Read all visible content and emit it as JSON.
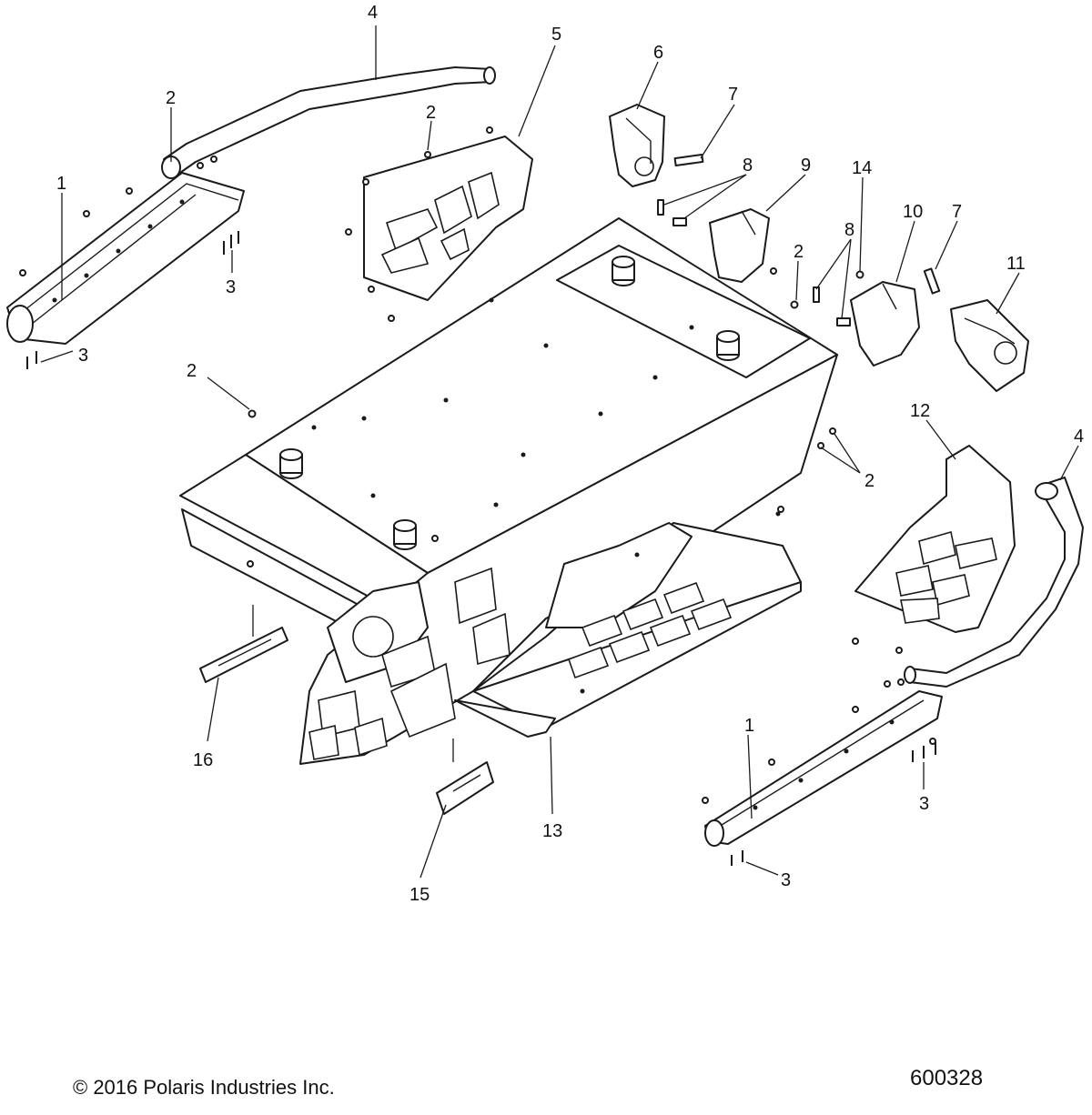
{
  "footer": {
    "copyright": "© 2016 Polaris Industries Inc.",
    "diagram_id": "600328"
  },
  "callouts": {
    "c1a": "1",
    "c1b": "1",
    "c2a": "2",
    "c2b": "2",
    "c2c": "2",
    "c2d": "2",
    "c2e": "2",
    "c3a": "3",
    "c3b": "3",
    "c3c": "3",
    "c3d": "3",
    "c4a": "4",
    "c4b": "4",
    "c5": "5",
    "c6": "6",
    "c7a": "7",
    "c7b": "7",
    "c8a": "8",
    "c8b": "8",
    "c9": "9",
    "c10": "10",
    "c11": "11",
    "c12": "12",
    "c13": "13",
    "c14": "14",
    "c15": "15",
    "c16": "16"
  }
}
